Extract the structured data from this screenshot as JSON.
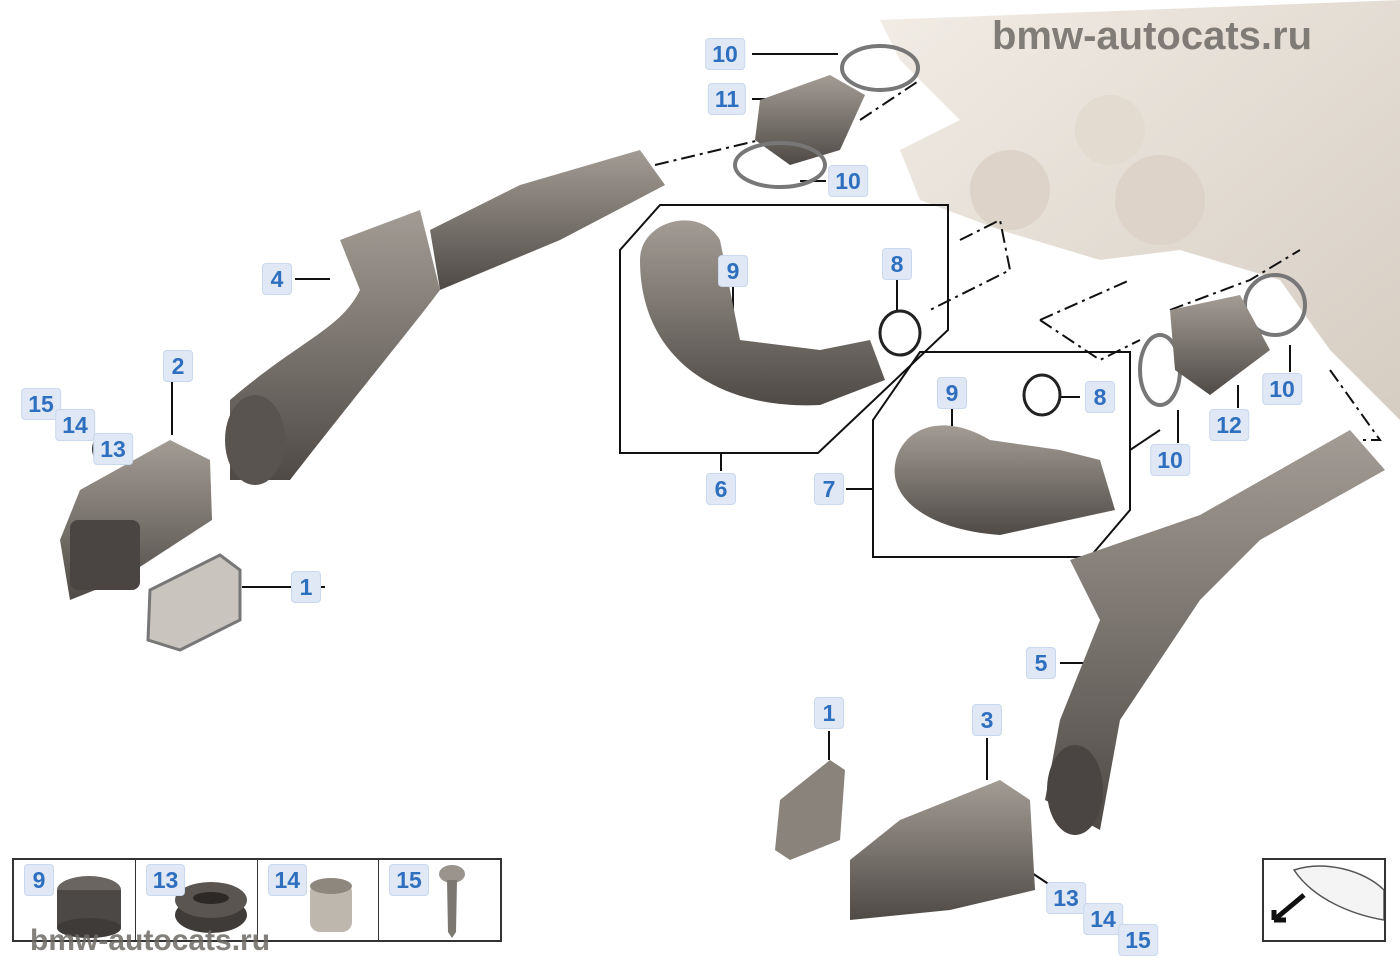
{
  "watermark": "bmw-autocats.ru",
  "callouts": {
    "c10a": "10",
    "c11": "11",
    "c10b": "10",
    "c4": "4",
    "c9a": "9",
    "c8a": "8",
    "c2": "2",
    "c15a": "15",
    "c14a": "14",
    "c13a": "13",
    "c9b": "9",
    "c8b": "8",
    "c12": "12",
    "c10c": "10",
    "c10d": "10",
    "c6": "6",
    "c7": "7",
    "c1a": "1",
    "c5": "5",
    "c1b": "1",
    "c3": "3",
    "c13b": "13",
    "c14b": "14",
    "c15b": "15"
  },
  "legend": [
    "9",
    "13",
    "14",
    "15"
  ],
  "colors": {
    "label_bg": "#dfe8f4",
    "label_text": "#2f6fbf",
    "part": "#7a746e",
    "engine": "#e8e2da"
  }
}
